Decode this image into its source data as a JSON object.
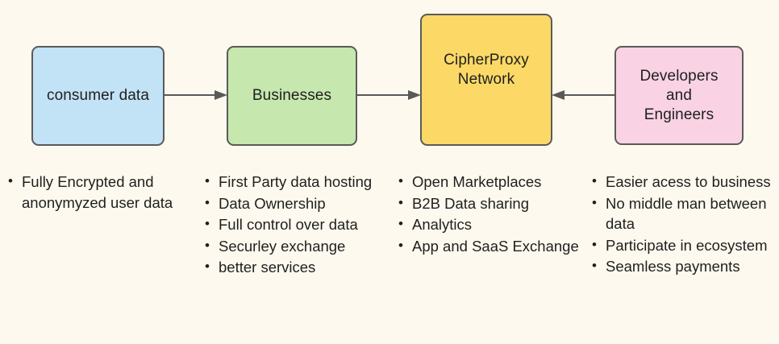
{
  "diagram": {
    "background_color": "#fdf9ee",
    "border_color": "#5a5a5a",
    "arrow_color": "#595959",
    "nodes": [
      {
        "id": "consumer",
        "label": "consumer data",
        "fill": "#c2e2f5"
      },
      {
        "id": "businesses",
        "label": "Businesses",
        "fill": "#c6e7ae"
      },
      {
        "id": "cipherproxy",
        "label": "CipherProxy\nNetwork",
        "fill": "#fcd966"
      },
      {
        "id": "developers",
        "label": "Developers\nand\nEngineers",
        "fill": "#f9d3e3"
      }
    ],
    "arrows": [
      {
        "id": "consumer-to-businesses",
        "direction": "right"
      },
      {
        "id": "businesses-to-cipherproxy",
        "direction": "right"
      },
      {
        "id": "developers-to-cipherproxy",
        "direction": "left"
      }
    ],
    "columns": [
      {
        "id": "consumer-benefits",
        "items": [
          "Fully Encrypted and anonymyzed user data"
        ]
      },
      {
        "id": "business-benefits",
        "items": [
          "First Party data hosting",
          "Data Ownership",
          "Full control over data",
          "Securley exchange",
          "better services"
        ]
      },
      {
        "id": "cipherproxy-features",
        "items": [
          "Open Marketplaces",
          "B2B Data sharing",
          "Analytics",
          "App and SaaS Exchange"
        ]
      },
      {
        "id": "developer-benefits",
        "items": [
          "Easier acess to business",
          "No middle man between data",
          "Participate in ecosystem",
          "Seamless payments"
        ]
      }
    ]
  }
}
